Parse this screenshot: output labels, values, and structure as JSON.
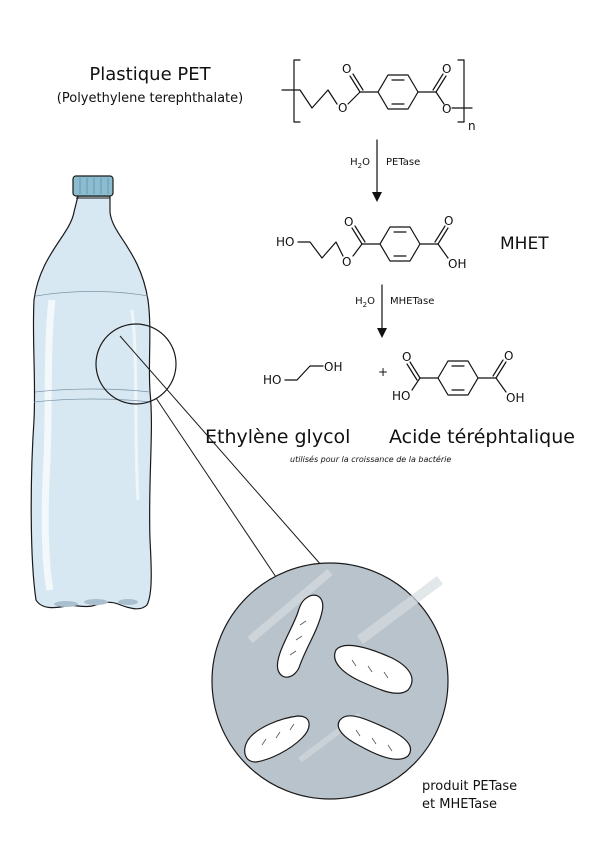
{
  "polymer": {
    "name": "Plastique PET",
    "full_name": "(Polyethylene terephthalate)",
    "o_label": "O",
    "subscript_n": "n"
  },
  "step1": {
    "water": "H",
    "water_sub": "2",
    "water_o": "O",
    "enzyme": "PETase"
  },
  "intermediate": {
    "label": "MHET",
    "ho": "HO",
    "o": "O",
    "oh": "OH"
  },
  "step2": {
    "water": "H",
    "water_sub": "2",
    "water_o": "O",
    "enzyme": "MHETase"
  },
  "products": {
    "plus": "+",
    "ho": "HO",
    "oh": "OH",
    "o": "O",
    "ethylene_glycol": "Ethylène glycol",
    "terephthalic_acid": "Acide téréphtalique",
    "note": "utilisés pour la croissance de la bactérie"
  },
  "bacteria_caption": [
    "produit PETase",
    "et MHETase"
  ],
  "colors": {
    "bottle_fill": "#d8e8f2",
    "bottle_cap": "#8bbccf",
    "circle_fill": "#b9c3cb",
    "bacteria_fill": "#ffffff",
    "line": "#111111"
  }
}
